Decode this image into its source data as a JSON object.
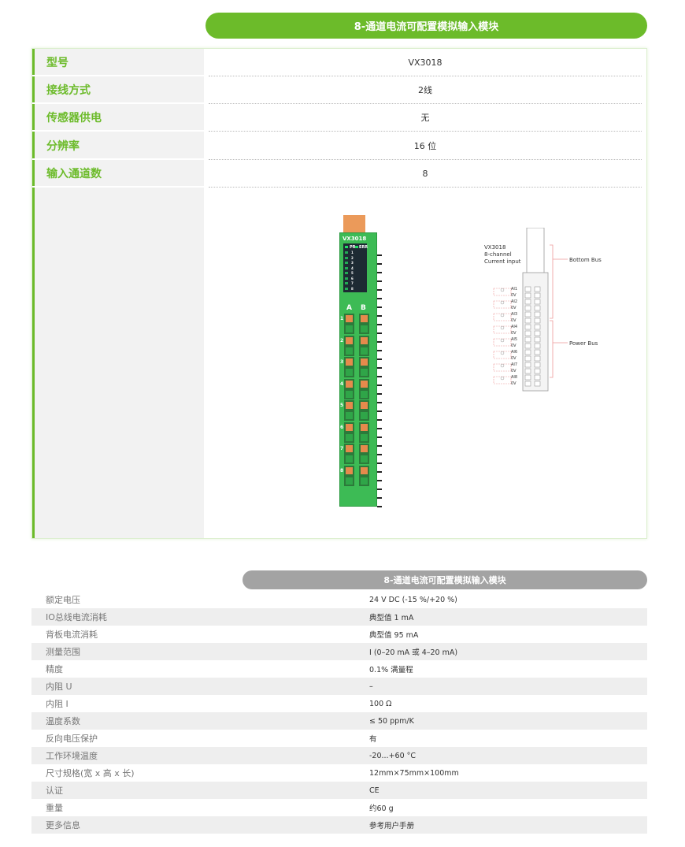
{
  "header": {
    "title": "8-通道电流可配置模拟输入模块"
  },
  "summary": [
    {
      "label": "型号",
      "value": "VX3018"
    },
    {
      "label": "接线方式",
      "value": "2线"
    },
    {
      "label": "传感器供电",
      "value": "无"
    },
    {
      "label": "分辨率",
      "value": "16 位"
    },
    {
      "label": "输入通道数",
      "value": "8"
    }
  ],
  "module": {
    "model": "VX3018",
    "pr": "PR",
    "err": "ERR",
    "leds": [
      "1",
      "2",
      "3",
      "4",
      "5",
      "6",
      "7",
      "8"
    ],
    "col_a": "A",
    "col_b": "B",
    "channels": [
      "1",
      "2",
      "3",
      "4",
      "5",
      "6",
      "7",
      "8"
    ]
  },
  "diagram": {
    "model": "VX3018",
    "line2": "8-channel",
    "line3": "Current input",
    "bottom_bus": "Bottom Bus",
    "power_bus": "Power Bus",
    "pins": [
      "AI1",
      "0V",
      "AI2",
      "0V",
      "AI3",
      "0V",
      "AI4",
      "0V",
      "AI5",
      "0V",
      "AI6",
      "0V",
      "AI7",
      "0V",
      "AI8",
      "0V"
    ]
  },
  "specs_header": {
    "title": "8-通道电流可配置模拟输入模块"
  },
  "specs": [
    {
      "label": "额定电压",
      "value": "24 V DC (-15 %/+20 %)"
    },
    {
      "label": "IO总线电流消耗",
      "value": "典型值 1 mA"
    },
    {
      "label": "背板电流消耗",
      "value": "典型值 95 mA"
    },
    {
      "label": "测量范围",
      "value": "I (0–20 mA 或 4–20 mA)"
    },
    {
      "label": "精度",
      "value": "0.1% 满量程"
    },
    {
      "label": "内阻 U",
      "value": "–"
    },
    {
      "label": "内阻 I",
      "value": "100 Ω"
    },
    {
      "label": "温度系数",
      "value": "≤ 50 ppm/K"
    },
    {
      "label": "反向电压保护",
      "value": "有"
    },
    {
      "label": "工作环境温度",
      "value": "-20...+60 °C"
    },
    {
      "label": "尺寸规格(宽 x 高 x 长)",
      "value": "12mm×75mm×100mm"
    },
    {
      "label": "认证",
      "value": "CE"
    },
    {
      "label": "重量",
      "value": "约60 g"
    },
    {
      "label": "更多信息",
      "value": "参考用户手册"
    }
  ]
}
